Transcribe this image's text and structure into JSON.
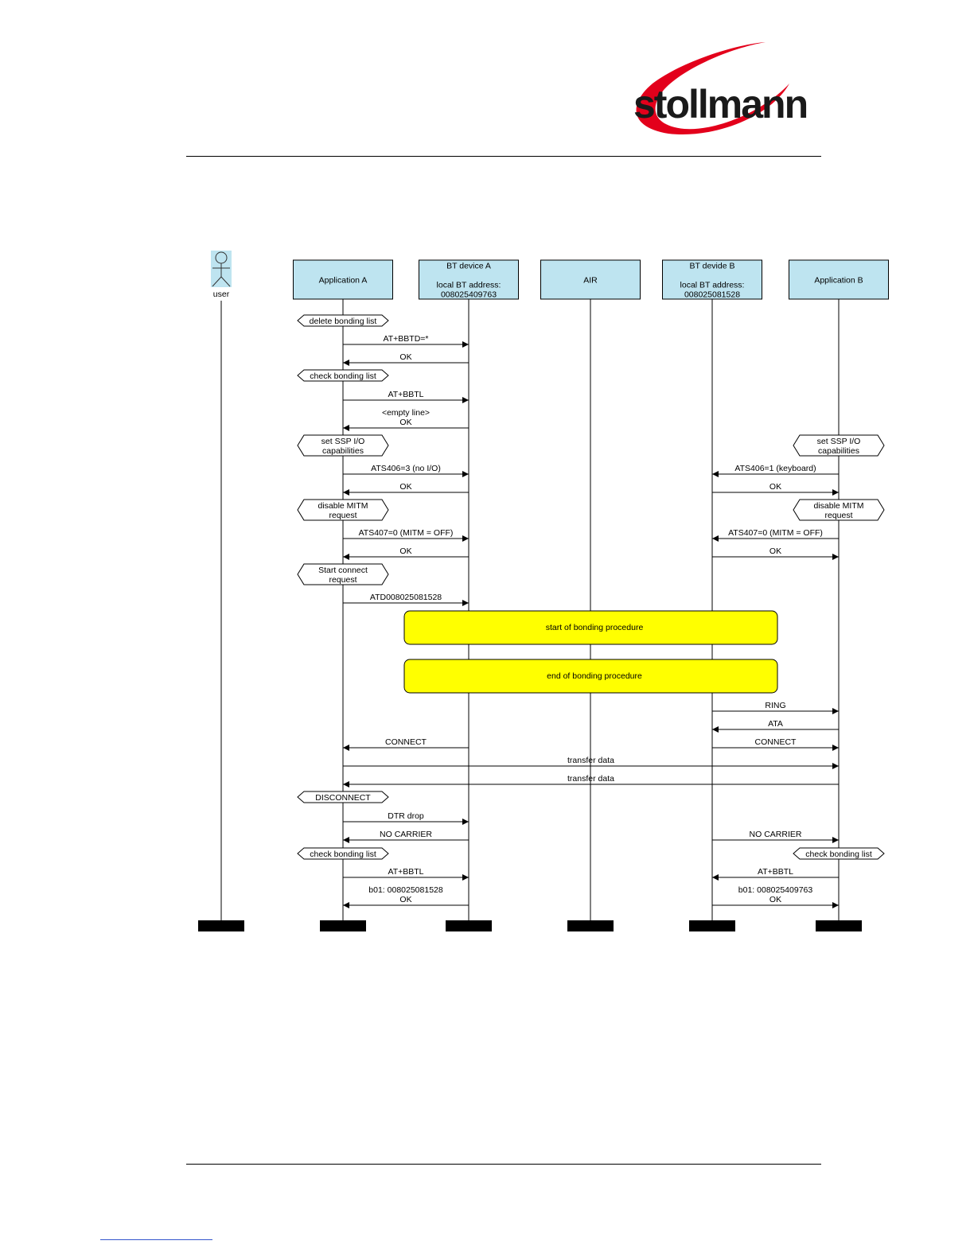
{
  "logo": {
    "text": "stollmann",
    "swoosh_color": "#e3001b"
  },
  "colors": {
    "lifeline_box": "#bee4f0",
    "procedure_box": "#ffff00",
    "actor": "#bee4f0"
  },
  "actor": {
    "name": "user"
  },
  "lifelines": [
    {
      "id": "appA",
      "lines": [
        "Application A"
      ]
    },
    {
      "id": "btA",
      "lines": [
        "BT device A",
        "",
        "local BT address:",
        "008025409763"
      ]
    },
    {
      "id": "air",
      "lines": [
        "AIR"
      ]
    },
    {
      "id": "btB",
      "lines": [
        "BT devide B",
        "",
        "local BT address:",
        "008025081528"
      ]
    },
    {
      "id": "appB",
      "lines": [
        "Application B"
      ]
    }
  ],
  "notes": [
    {
      "on": "appA",
      "lines": [
        "delete bonding list"
      ]
    },
    {
      "on": "appA",
      "lines": [
        "check bonding list"
      ]
    },
    {
      "on": "appA",
      "lines": [
        "set SSP I/O",
        "capabilities"
      ]
    },
    {
      "on": "appB",
      "lines": [
        "set SSP I/O",
        "capabilities"
      ]
    },
    {
      "on": "appA",
      "lines": [
        "disable MITM",
        "request"
      ]
    },
    {
      "on": "appB",
      "lines": [
        "disable MITM",
        "request"
      ]
    },
    {
      "on": "appA",
      "lines": [
        "Start connect",
        "request"
      ]
    },
    {
      "on": "appA",
      "lines": [
        "DISCONNECT"
      ]
    },
    {
      "on": "appA",
      "lines": [
        "check bonding list"
      ]
    },
    {
      "on": "appB",
      "lines": [
        "check bonding list"
      ]
    }
  ],
  "messages": [
    {
      "from": "appA",
      "to": "btA",
      "lines": [
        "AT+BBTD=*"
      ]
    },
    {
      "from": "btA",
      "to": "appA",
      "lines": [
        "OK"
      ]
    },
    {
      "from": "appA",
      "to": "btA",
      "lines": [
        "AT+BBTL"
      ]
    },
    {
      "from": "btA",
      "to": "appA",
      "lines": [
        "<empty line>",
        "OK"
      ]
    },
    {
      "from": "appA",
      "to": "btA",
      "lines": [
        "ATS406=3 (no I/O)"
      ]
    },
    {
      "from": "appB",
      "to": "btB",
      "lines": [
        "ATS406=1 (keyboard)"
      ]
    },
    {
      "from": "btA",
      "to": "appA",
      "lines": [
        "OK"
      ]
    },
    {
      "from": "btB",
      "to": "appB",
      "lines": [
        "OK"
      ]
    },
    {
      "from": "appA",
      "to": "btA",
      "lines": [
        "ATS407=0 (MITM = OFF)"
      ]
    },
    {
      "from": "appB",
      "to": "btB",
      "lines": [
        "ATS407=0 (MITM = OFF)"
      ]
    },
    {
      "from": "btA",
      "to": "appA",
      "lines": [
        "OK"
      ]
    },
    {
      "from": "btB",
      "to": "appB",
      "lines": [
        "OK"
      ]
    },
    {
      "from": "appA",
      "to": "btA",
      "lines": [
        "ATD008025081528"
      ]
    },
    {
      "from": "btB",
      "to": "appB",
      "lines": [
        "RING"
      ]
    },
    {
      "from": "appB",
      "to": "btB",
      "lines": [
        "ATA"
      ]
    },
    {
      "from": "btA",
      "to": "appA",
      "lines": [
        "CONNECT"
      ]
    },
    {
      "from": "btB",
      "to": "appB",
      "lines": [
        "CONNECT"
      ]
    },
    {
      "from": "appA",
      "to": "appB",
      "lines": [
        "transfer data"
      ]
    },
    {
      "from": "appB",
      "to": "appA",
      "lines": [
        "transfer data"
      ]
    },
    {
      "from": "appA",
      "to": "btA",
      "lines": [
        "DTR drop"
      ]
    },
    {
      "from": "btA",
      "to": "appA",
      "lines": [
        "NO CARRIER"
      ]
    },
    {
      "from": "btB",
      "to": "appB",
      "lines": [
        "NO CARRIER"
      ]
    },
    {
      "from": "appA",
      "to": "btA",
      "lines": [
        "AT+BBTL"
      ]
    },
    {
      "from": "appB",
      "to": "btB",
      "lines": [
        "AT+BBTL"
      ]
    },
    {
      "from": "btA",
      "to": "appA",
      "lines": [
        "b01: 008025081528",
        "OK"
      ]
    },
    {
      "from": "btB",
      "to": "appB",
      "lines": [
        "b01: 008025409763",
        "OK"
      ]
    }
  ],
  "procedures": [
    {
      "label": "start of bonding procedure"
    },
    {
      "label": "end of bonding procedure"
    }
  ]
}
